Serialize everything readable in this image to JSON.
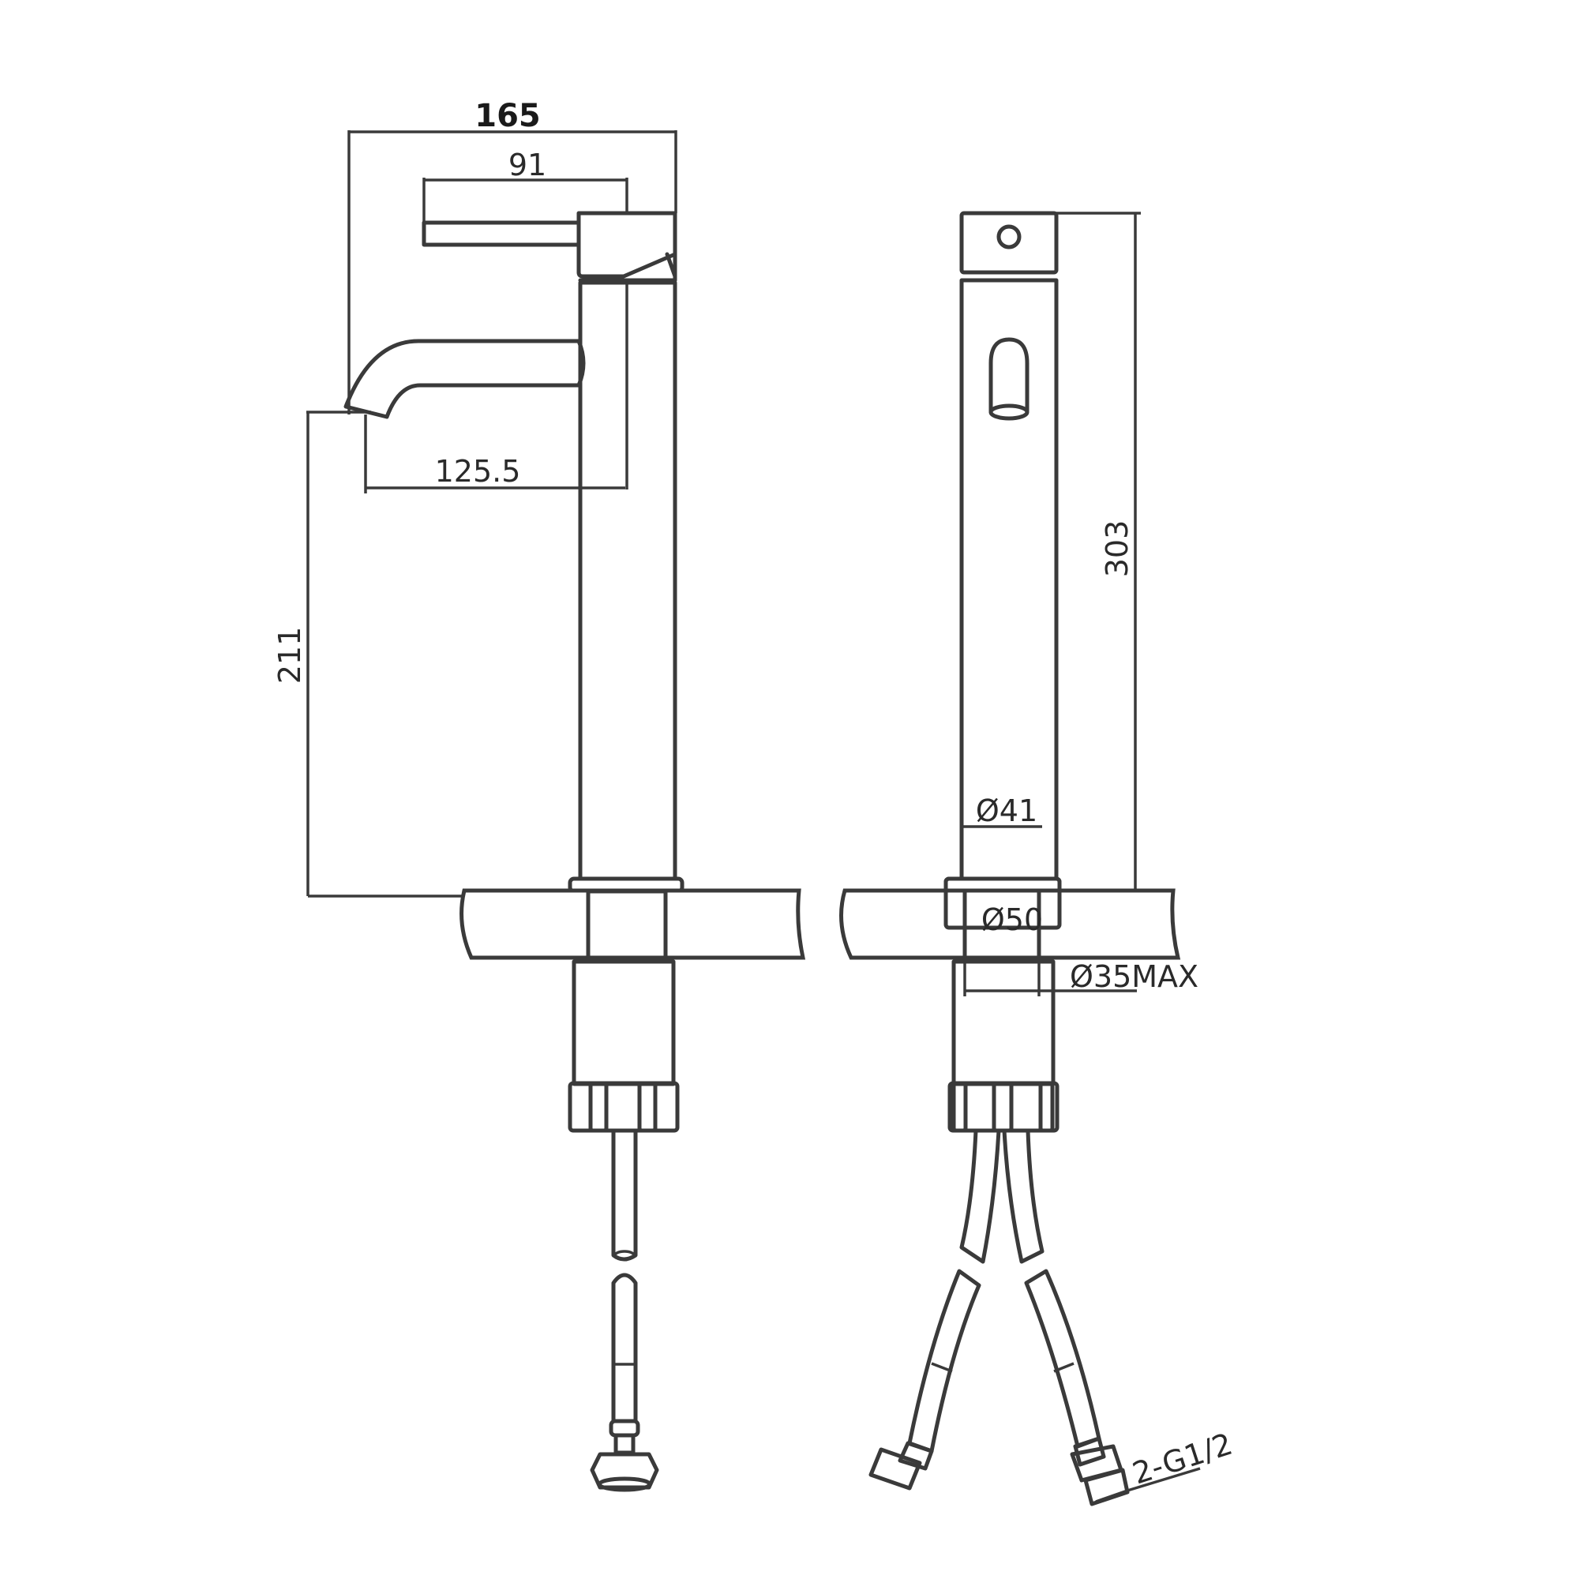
{
  "drawing": {
    "title": "Tall basin mixer tap — technical drawing",
    "units": "mm",
    "line_color": "#3a3a3a",
    "background": "#ffffff",
    "views": [
      {
        "name": "side-view"
      },
      {
        "name": "front-view"
      }
    ]
  },
  "dimensions": {
    "overall_reach": "165",
    "handle_length": "91",
    "spout_reach": "125.5",
    "spout_height": "211",
    "overall_height": "303",
    "body_diameter": "Ø41",
    "flange_diameter": "Ø50",
    "hole_diameter": "Ø35MAX",
    "connection": "2-G1/2"
  }
}
